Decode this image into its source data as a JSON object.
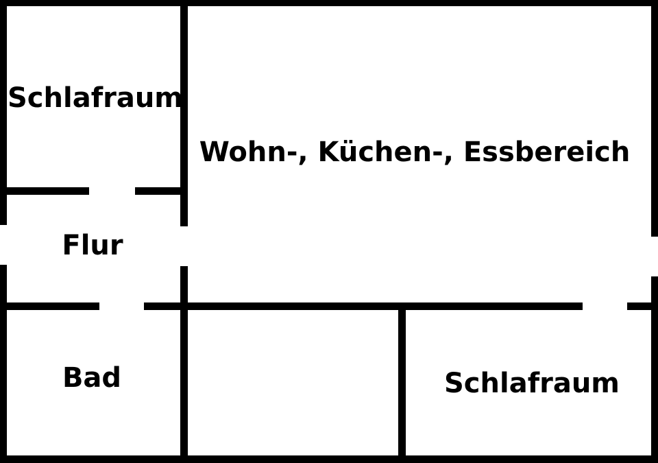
{
  "rooms": {
    "bedroom_top": {
      "label": "Schlafraum"
    },
    "living_area": {
      "label": "Wohn-, Küchen-, Essbereich"
    },
    "hallway": {
      "label": "Flur"
    },
    "bathroom": {
      "label": "Bad"
    },
    "bedroom_bottom": {
      "label": "Schlafraum"
    }
  },
  "colors": {
    "wall": "#000000",
    "background": "#ffffff"
  }
}
